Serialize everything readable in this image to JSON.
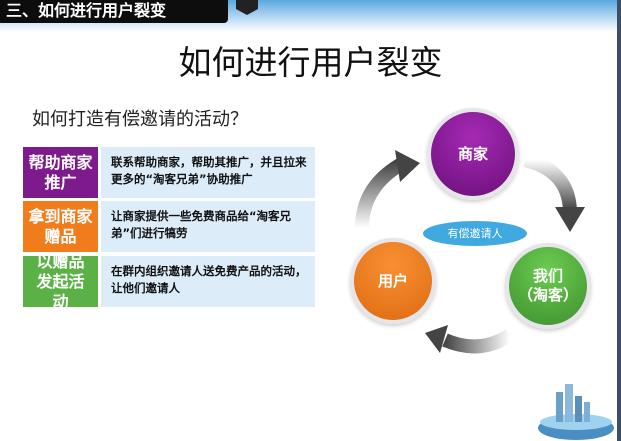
{
  "header": {
    "section_title": "三、如何进行用户裂变"
  },
  "slide": {
    "title": "如何进行用户裂变",
    "subtitle": "如何打造有偿邀请的活动？"
  },
  "rows": [
    {
      "label": "帮助商家推广",
      "desc": "联系帮助商家，帮助其推广，并且拉来更多的“淘客兄弟”协助推广",
      "color": "#7d1a8c"
    },
    {
      "label": "拿到商家赠品",
      "desc": "让商家提供一些免费商品给“淘客兄弟”们进行犒劳",
      "color": "#f07c1c"
    },
    {
      "label": "以赠品发起活动",
      "desc": "在群内组织邀请人送免费产品的活动，让他们邀请人",
      "color": "#5cb146"
    }
  ],
  "cycle": {
    "merchant": "商家",
    "us": "我们",
    "us_sub": "（淘客）",
    "user": "用户",
    "center": "有偿邀请人"
  }
}
